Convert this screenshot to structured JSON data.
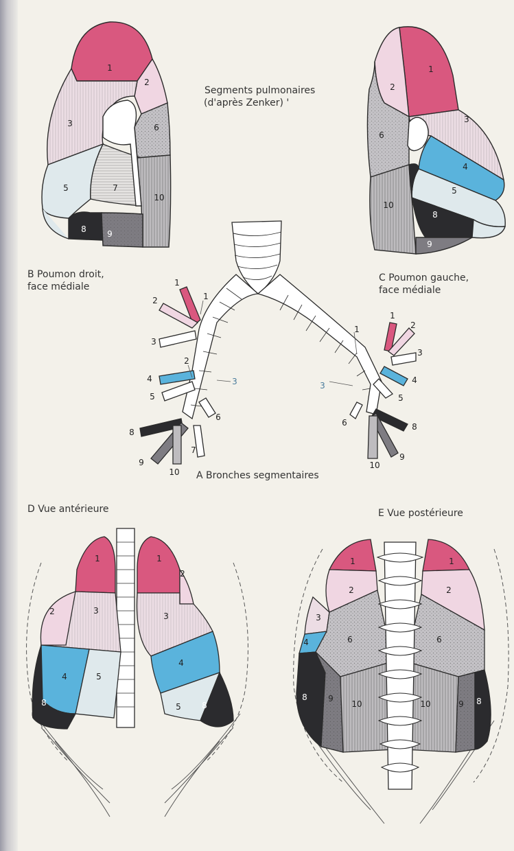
{
  "title": {
    "line1": "Segments pulmonaires",
    "line2": "(d'après Zenker) '"
  },
  "panels": {
    "A": {
      "label": "A  Bronches segmentaires"
    },
    "B": {
      "line1": "B  Poumon droit,",
      "line2": "face médiale"
    },
    "C": {
      "line1": "C  Poumon gauche,",
      "line2": "face médiale"
    },
    "D": {
      "label": "D  Vue antérieure"
    },
    "E": {
      "label": "E  Vue postérieure"
    }
  },
  "segment_numbers": [
    "1",
    "2",
    "3",
    "4",
    "5",
    "6",
    "7",
    "8",
    "9",
    "10"
  ],
  "colors": {
    "seg1": "#d9587f",
    "seg2": "#f0d6e2",
    "seg3": "#ecdde4",
    "seg4": "#5ab3dc",
    "seg5": "#dfe9ec",
    "seg6": "#c4c2c6",
    "seg7": "#e6e4e2",
    "seg8": "#2b2b2e",
    "seg9": "#7e7c82",
    "seg10": "#bebcbf",
    "outline": "#2b2b2b"
  }
}
